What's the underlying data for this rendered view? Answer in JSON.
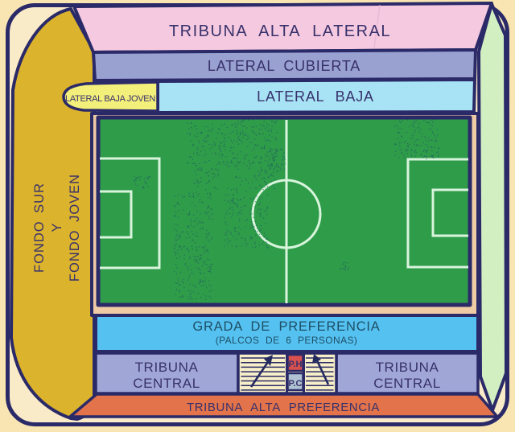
{
  "diagram": {
    "kind": "stadium-seating-map",
    "outline_color": "#2B2A68",
    "background_color": "#F8E5B2",
    "inner_background": "#FAEBC8"
  },
  "sections": {
    "tribuna_alta_lateral": {
      "label": "TRIBUNA ALTA LATERAL",
      "color": "#F5C9DF"
    },
    "lateral_cubierta": {
      "label": "LATERAL CUBIERTA",
      "color": "#99A1D1"
    },
    "lateral_baja_joven": {
      "label": "LATERAL BAJA JOVEN",
      "color": "#F3EF7B"
    },
    "lateral_baja": {
      "label": "LATERAL BAJA",
      "color": "#A7E3F5"
    },
    "fondo_sur_y_joven": {
      "line1": "FONDO SUR",
      "line2": "Y",
      "line3": "FONDO JOVEN",
      "color": "#DCB32C"
    },
    "grada_preferencia": {
      "label": "GRADA DE PREFERENCIA",
      "sublabel": "(PALCOS DE 6 PERSONAS)",
      "color": "#55C1F0",
      "text_color": "#1D4F66"
    },
    "tribuna_central_left": {
      "line1": "TRIBUNA",
      "line2": "CENTRAL",
      "color": "#A0A7D6"
    },
    "tribuna_central_right": {
      "line1": "TRIBUNA",
      "line2": "CENTRAL",
      "color": "#A0A7D6"
    },
    "box_ph": {
      "label": "P.H",
      "color": "#D8514E"
    },
    "box_pc": {
      "label": "P.C",
      "color": "#AEC2D2"
    },
    "stairwell": {
      "color": "#F7EFC8"
    },
    "tribuna_alta_preferencia": {
      "label": "TRIBUNA ALTA PREFERENCIA",
      "color": "#E2734A"
    },
    "right_end_strip": {
      "color": "#D2EFC2"
    }
  },
  "pitch": {
    "grass_color": "#2F9C4A",
    "line_color": "#D9F4DC",
    "surround_color": "#EFCBA5"
  }
}
